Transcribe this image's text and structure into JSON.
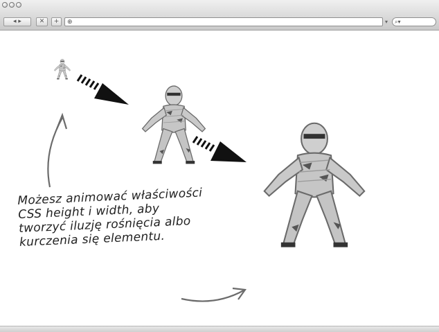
{
  "toolbar": {
    "back_forward_label": "◂ ▸",
    "stop_label": "✕",
    "add_label": "+",
    "url": "",
    "search_placeholder": ""
  },
  "icons": {
    "stop": "close-icon",
    "add": "plus-icon",
    "favicon": "globe-icon",
    "search": "search-icon"
  },
  "colors": {
    "mummy_body": "#c7c7c7",
    "mummy_dark": "#555555",
    "arrow": "#111111",
    "curve": "#6b6b6b"
  },
  "caption": {
    "lines": [
      "Możesz animować właściwości",
      "CSS height i width, aby",
      "tworzyć iluzję rośnięcia albo",
      "kurczenia się elementu."
    ]
  }
}
